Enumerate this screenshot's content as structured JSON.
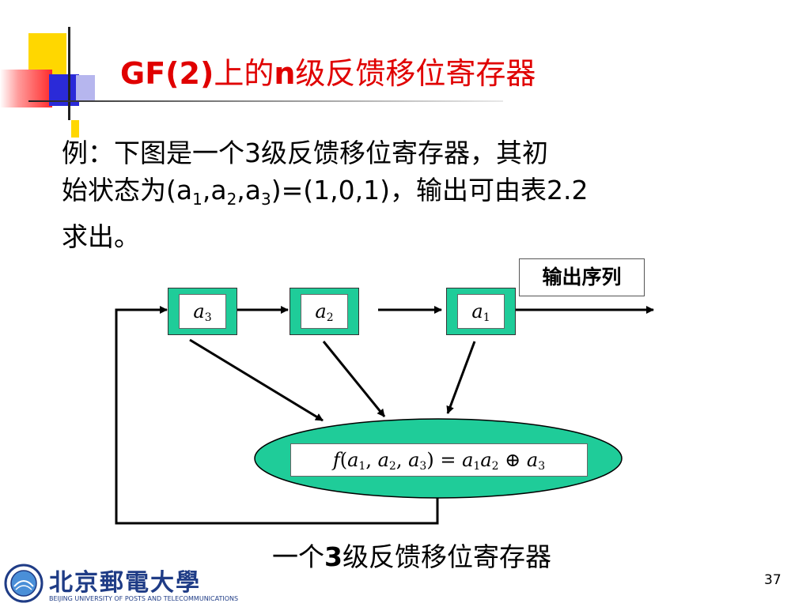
{
  "title": {
    "prefix": "GF(2)",
    "part2": "上的",
    "part3": "n",
    "part4": "级反馈移位寄存器"
  },
  "body": {
    "t1": "例：下图是一个3级反馈移位寄存器，其初",
    "t2": "始状态为(a",
    "s1": "1",
    "t3": ",a",
    "s2": "2",
    "t4": ",a",
    "s3": "3",
    "t5": ")=(1,0,1)，输出可由表2.2",
    "t6": "求出。"
  },
  "diagram": {
    "output_label": "输出序列",
    "registers": [
      {
        "var": "a",
        "sub": "3"
      },
      {
        "var": "a",
        "sub": "2"
      },
      {
        "var": "a",
        "sub": "1"
      }
    ],
    "formula": {
      "f": "f",
      "open": "(",
      "a1": "a",
      "s1": "1",
      "c1": ", ",
      "a2": "a",
      "s2": "2",
      "c2": ", ",
      "a3": "a",
      "s3": "3",
      "eq": ") = ",
      "b1": "a",
      "bs1": "1",
      "b2": "a",
      "bs2": "2",
      "xor": " ⊕ ",
      "b3": "a",
      "bs3": "3"
    }
  },
  "caption": {
    "p1": "一个",
    "p2": "3",
    "p3": "级反馈移位寄存器"
  },
  "page_number": "37",
  "logo": {
    "cn": "北京郵電大學",
    "en": "BEIJING UNIVERSITY OF POSTS AND TELECOMMUNICATIONS"
  },
  "colors": {
    "title": "#e00000",
    "register_fill": "#1fcc99",
    "ellipse_fill": "#1fcc99",
    "logo": "#1f3c86"
  }
}
